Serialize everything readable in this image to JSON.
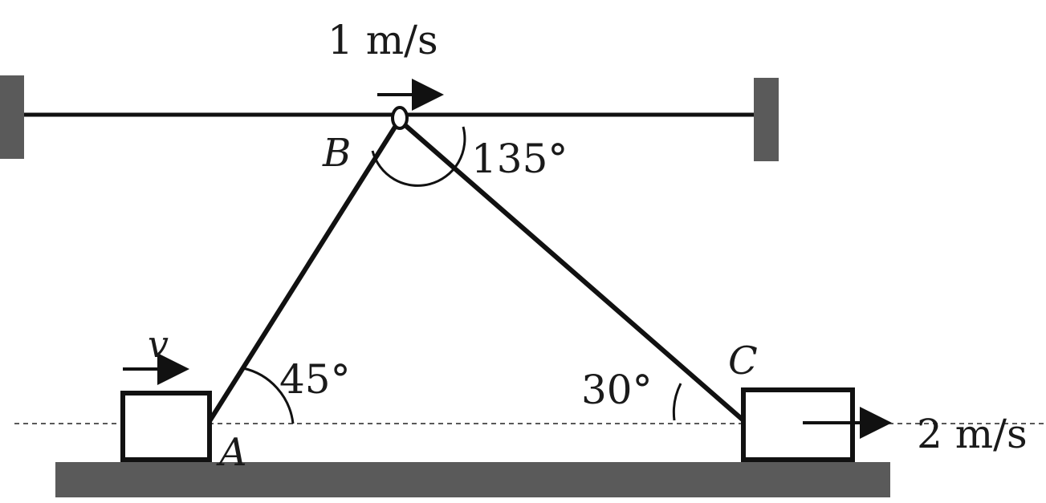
{
  "labels": {
    "point_a": "A",
    "point_b": "B",
    "point_c": "C",
    "velocity_b": "1 m/s",
    "velocity_a": "v",
    "velocity_c": "2 m/s",
    "angle_b": "135°",
    "angle_a": "45°",
    "angle_c": "30°"
  },
  "colors": {
    "line": "#111111",
    "support_gray": "#5a5a5a",
    "text": "#1a1a1a"
  }
}
